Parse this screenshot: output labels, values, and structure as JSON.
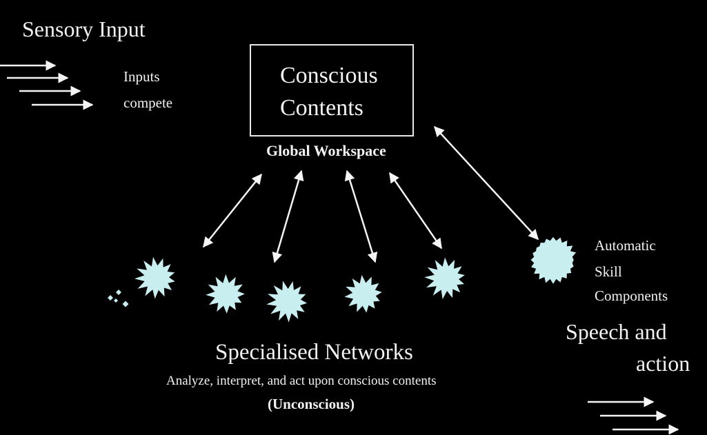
{
  "diagram": {
    "sensory_input_label": "Sensory Input",
    "inputs_compete_line1": "Inputs",
    "inputs_compete_line2": "compete",
    "conscious_contents_line1": "Conscious",
    "conscious_contents_line2": "Contents",
    "global_workspace_label": "Global Workspace",
    "automatic_skill_line1": "Automatic",
    "automatic_skill_line2": "Skill",
    "automatic_skill_line3": "Components",
    "speech_action_line1": "Speech and",
    "speech_action_line2": "action",
    "specialised_networks_label": "Specialised Networks",
    "networks_description": "Analyze, interpret, and act upon conscious contents",
    "unconscious_label": "(Unconscious)",
    "colors": {
      "background": "#000000",
      "text": "#f2f2f2",
      "arrows": "#f5f5f5",
      "network_nodes": "#c9eef0"
    }
  }
}
